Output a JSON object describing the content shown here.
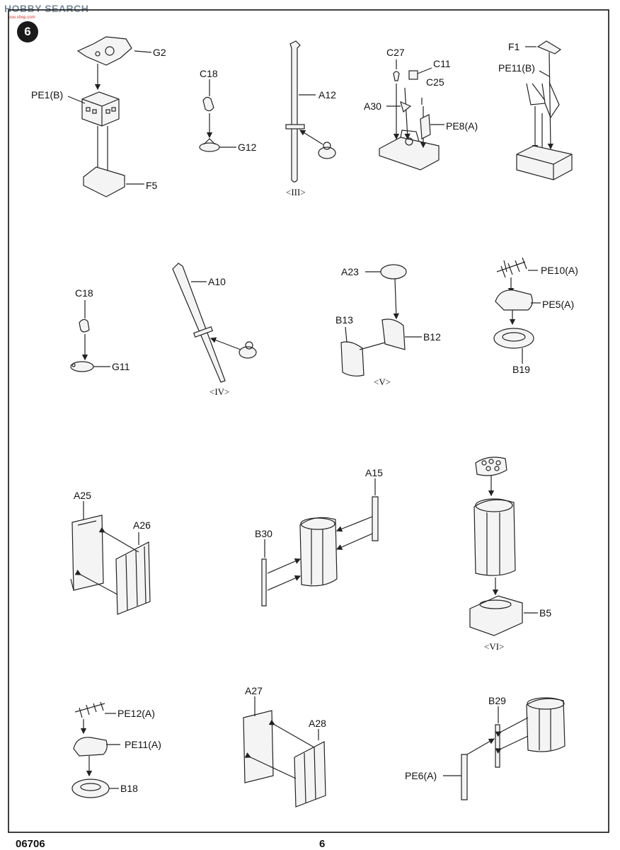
{
  "header": {
    "watermark": "HOBBY SEARCH",
    "watermark_sub": "ooo.shop.com",
    "step_number": "6"
  },
  "footer": {
    "kit_number": "06706",
    "page_number": "6"
  },
  "callouts": {
    "g2": "G2",
    "pe1b": "PE1(B)",
    "f5": "F5",
    "c18a": "C18",
    "g12": "G12",
    "a12": "A12",
    "c27": "C27",
    "c11": "C11",
    "c25": "C25",
    "a30": "A30",
    "pe8a": "PE8(A)",
    "f1": "F1",
    "pe11b": "PE11(B)",
    "c18b": "C18",
    "g11": "G11",
    "a10": "A10",
    "a23": "A23",
    "b13": "B13",
    "b12": "B12",
    "pe10a": "PE10(A)",
    "pe5a": "PE5(A)",
    "b19": "B19",
    "a25": "A25",
    "a26": "A26",
    "a15": "A15",
    "b30": "B30",
    "b5": "B5",
    "pe12a": "PE12(A)",
    "pe11a": "PE11(A)",
    "b18": "B18",
    "a27": "A27",
    "a28": "A28",
    "b29": "B29",
    "pe6a": "PE6(A)"
  },
  "captions": {
    "iii": "<III>",
    "iv": "<IV>",
    "v": "<V>",
    "vi": "<VI>"
  }
}
